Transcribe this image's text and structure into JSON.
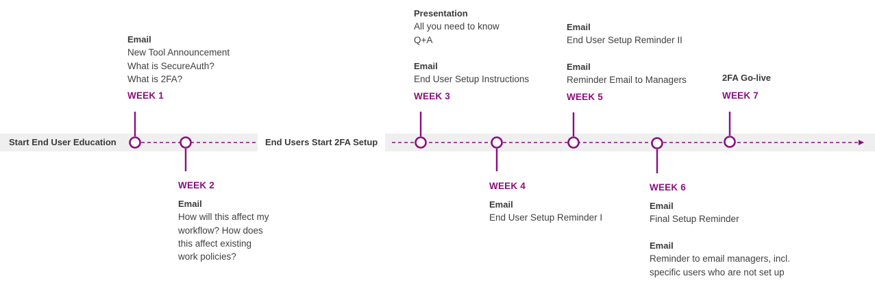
{
  "colors": {
    "accent": "#8b0e7e",
    "band": "#efefef",
    "text": "#404040"
  },
  "band": {
    "start_label": "Start End User Education",
    "mid_label": "End Users Start 2FA Setup"
  },
  "milestones": {
    "week1": {
      "week": "WEEK 1",
      "heading": "Email",
      "lines": [
        "New Tool Announcement",
        "What is SecureAuth?",
        "What is 2FA?"
      ]
    },
    "week2": {
      "week": "WEEK 2",
      "heading": "Email",
      "lines": [
        "How will this affect my",
        "workflow? How does",
        "this affect existing",
        "work policies?"
      ]
    },
    "week3": {
      "week": "WEEK 3",
      "presentation_heading": "Presentation",
      "presentation_lines": [
        "All you need to know",
        "Q+A"
      ],
      "email_heading": "Email",
      "email_lines": [
        "End User Setup Instructions"
      ]
    },
    "week4": {
      "week": "WEEK 4",
      "heading": "Email",
      "lines": [
        "End User Setup Reminder I"
      ]
    },
    "week5": {
      "week": "WEEK 5",
      "email1_heading": "Email",
      "email1_lines": [
        "End User Setup Reminder II"
      ],
      "email2_heading": "Email",
      "email2_lines": [
        "Reminder Email to Managers"
      ]
    },
    "week6": {
      "week": "WEEK 6",
      "email1_heading": "Email",
      "email1_lines": [
        "Final Setup Reminder"
      ],
      "email2_heading": "Email",
      "email2_lines": [
        "Reminder to email managers, incl.",
        "specific users who are not set up"
      ]
    },
    "week7": {
      "week": "WEEK 7",
      "heading": "2FA Go-live"
    }
  }
}
